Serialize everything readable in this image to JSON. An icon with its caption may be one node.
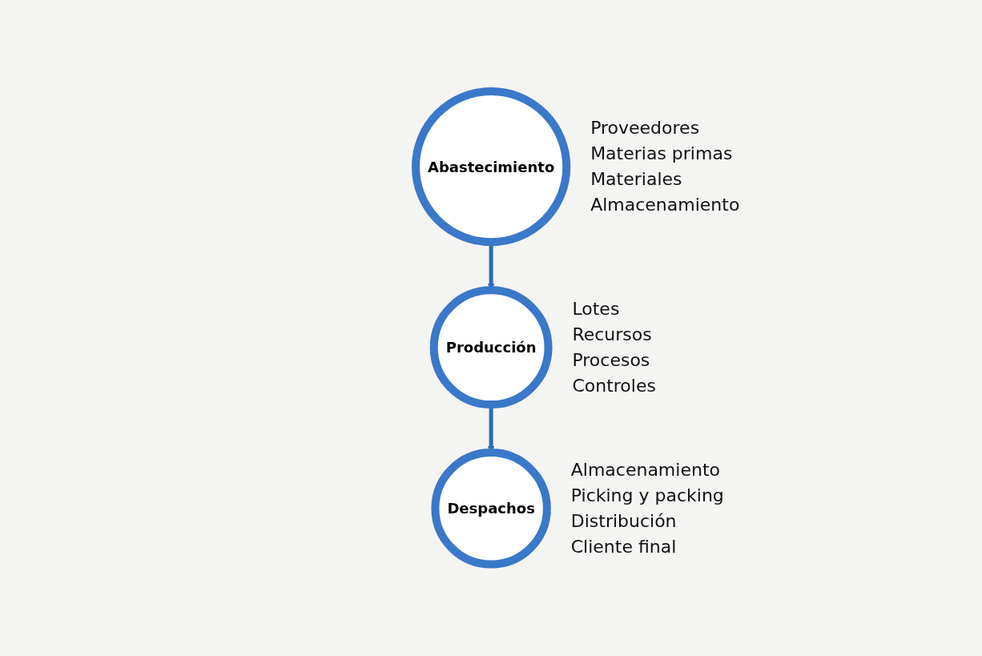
{
  "diagram": {
    "nodes": [
      {
        "text": [
          "Abastecimiento"
        ],
        "beside": [
          "Proveedores",
          "Materias primas",
          "Materiales",
          "Almacenamiento"
        ]
      },
      {
        "text": [
          "Producción"
        ],
        "beside": [
          "Lotes",
          "Recursos",
          "Procesos",
          "Controles"
        ]
      },
      {
        "text": [
          "Despachos"
        ],
        "beside": [
          "Almacenamiento",
          "Picking y packing",
          "Distribución",
          "Cliente final"
        ]
      }
    ],
    "edges": [
      {
        "from": 0,
        "to": 1,
        "arrow": "to"
      },
      {
        "from": 1,
        "to": 2,
        "arrow": "to"
      }
    ]
  }
}
